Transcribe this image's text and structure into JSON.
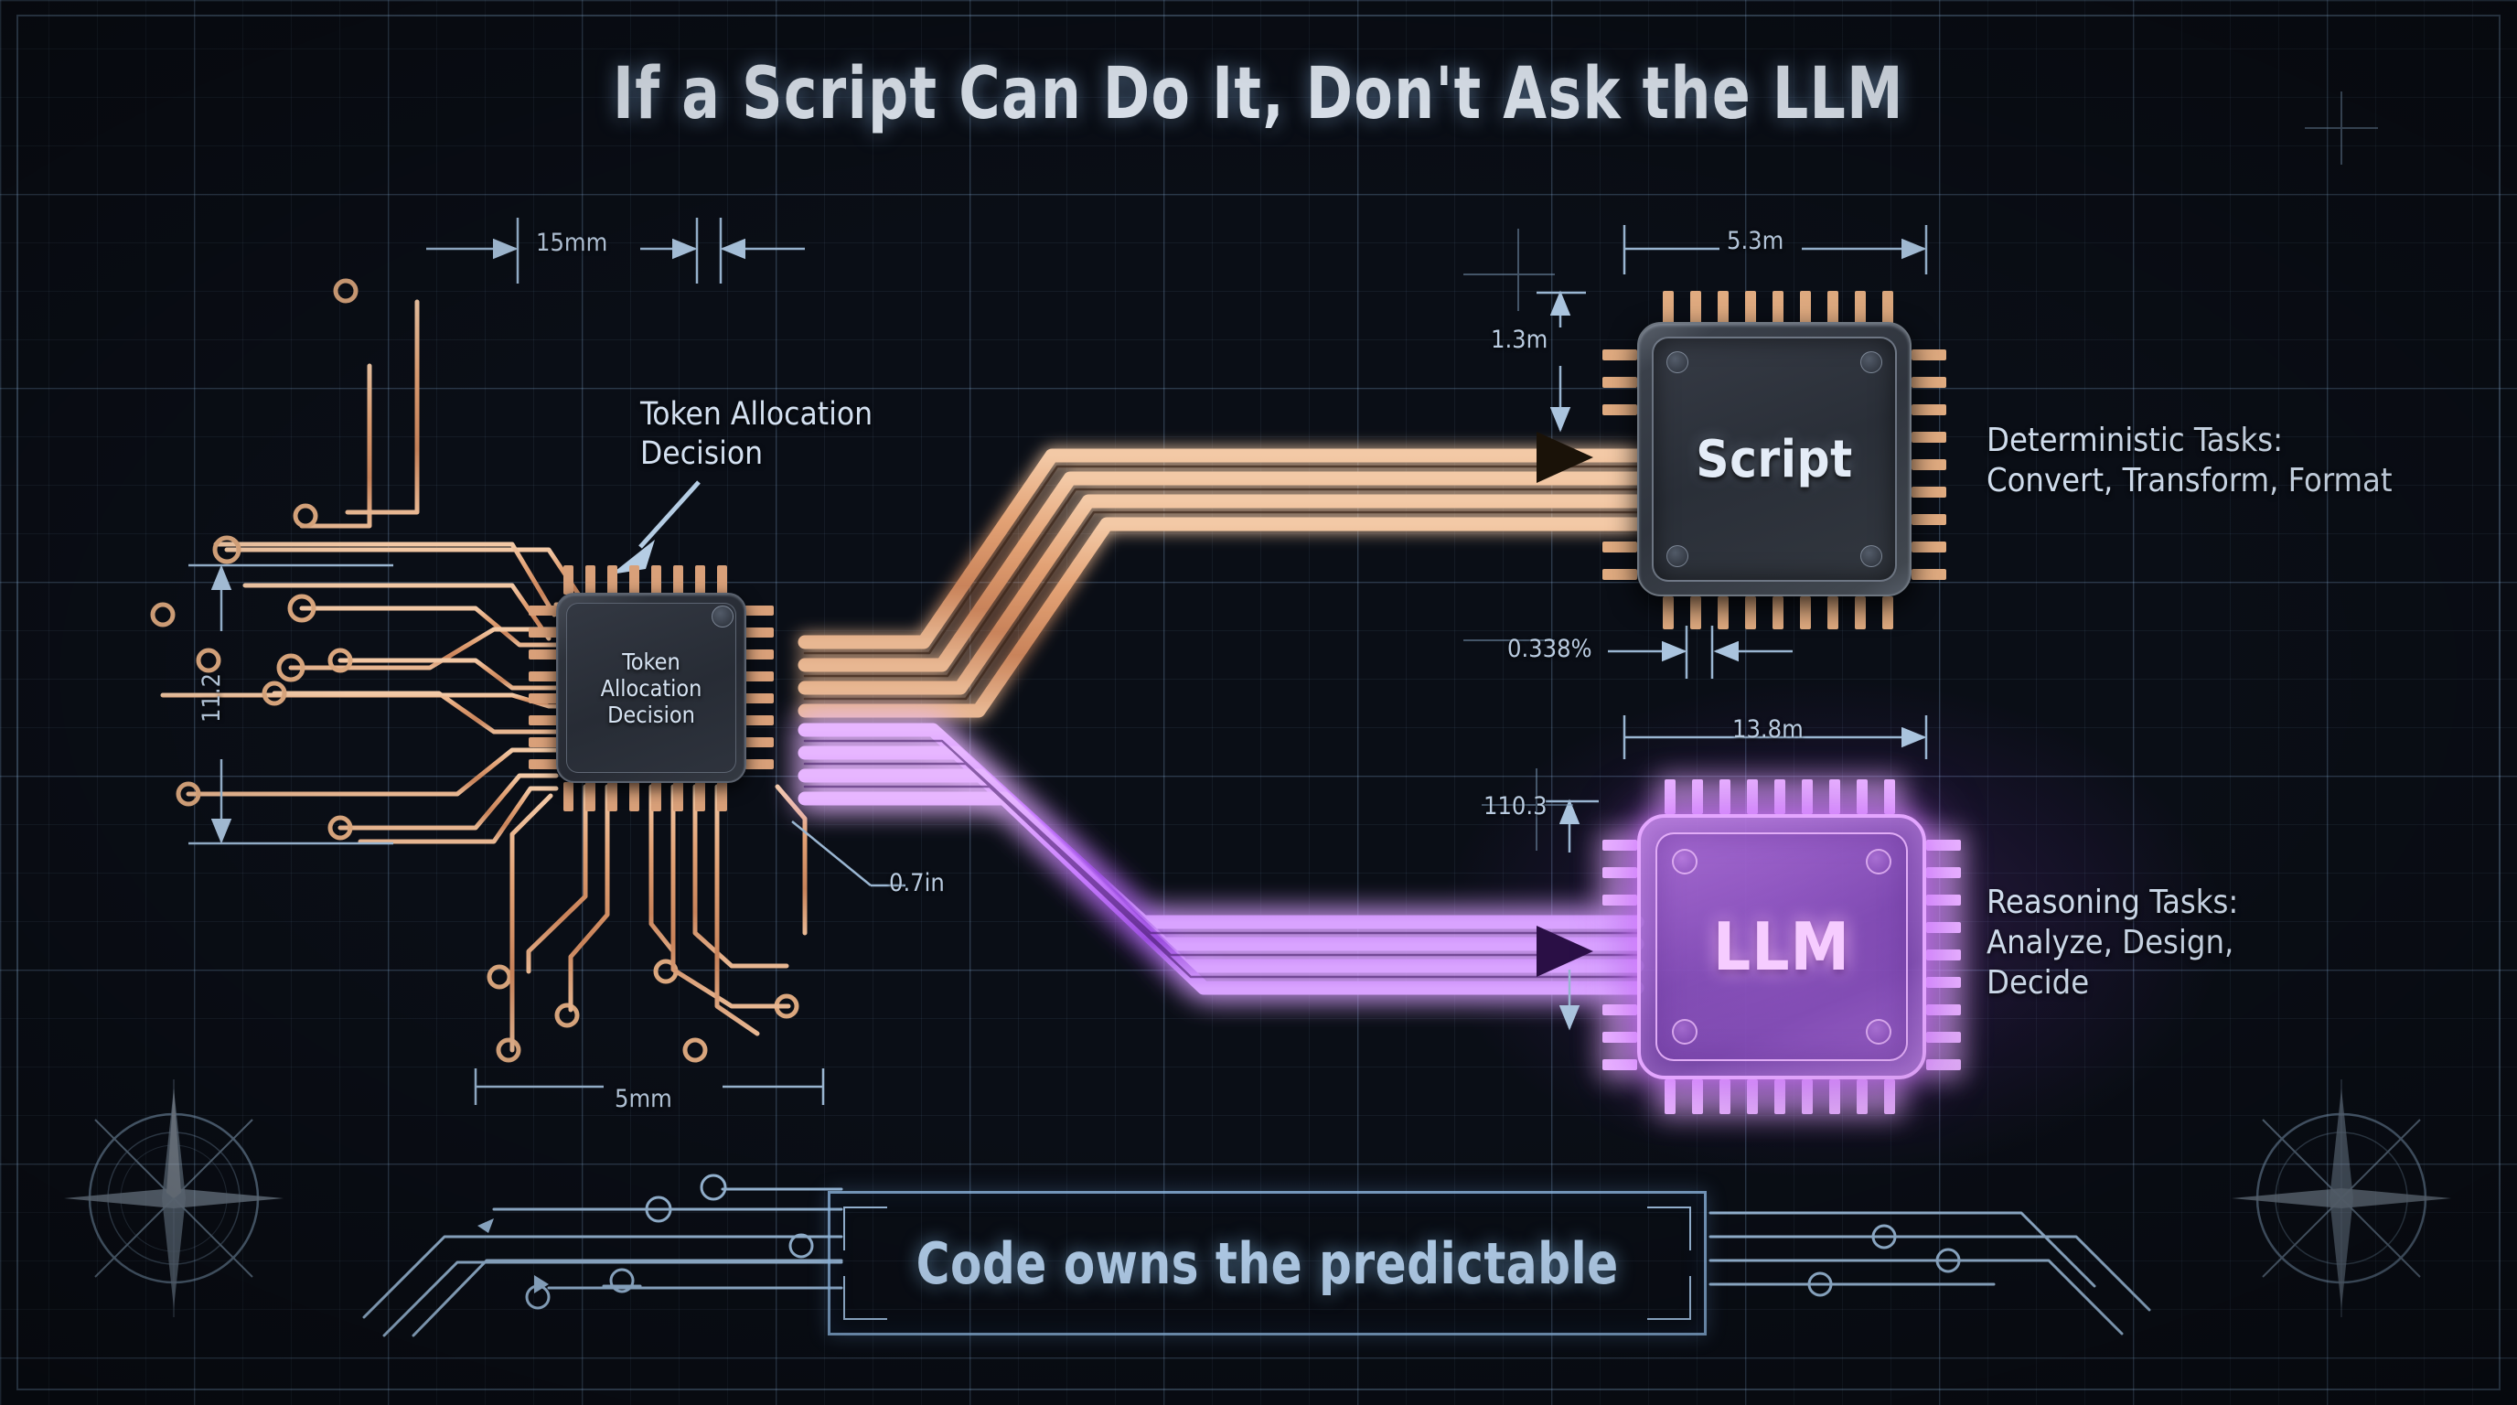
{
  "title": "If a Script Can Do It, Don't Ask the LLM",
  "banner": {
    "text": "Code owns the predictable"
  },
  "chips": {
    "center": {
      "label_line1": "Token",
      "label_line2": "Allocation",
      "label_line3": "Decision"
    },
    "script": {
      "label": "Script"
    },
    "llm": {
      "label": "LLM"
    }
  },
  "annotations": {
    "center_callout": {
      "line1": "Token Allocation",
      "line2": "Decision"
    },
    "script_tasks": {
      "line1": "Deterministic Tasks:",
      "line2": "Convert, Transform, Format"
    },
    "llm_tasks": {
      "line1": "Reasoning Tasks:",
      "line2": "Analyze, Design,",
      "line3": "Decide"
    }
  },
  "dimensions": {
    "top_left": "15mm",
    "script_width": "5.3m",
    "script_height": "1.3m",
    "gap": "0.338%",
    "llm_width": "13.8m",
    "llm_height": "110.3",
    "center_height": "11.2",
    "lead_length": "0.7in",
    "center_width": "5mm"
  },
  "colors": {
    "background": "#0a0e16",
    "grid": "#8cb4e1",
    "copper": "#e0a478",
    "purple": "#c97dff",
    "text_blue": "#cfdcec",
    "banner_blue": "#bcd9f7"
  },
  "decor": {
    "compass_left": "compass-rose-icon",
    "compass_right": "compass-rose-icon"
  }
}
